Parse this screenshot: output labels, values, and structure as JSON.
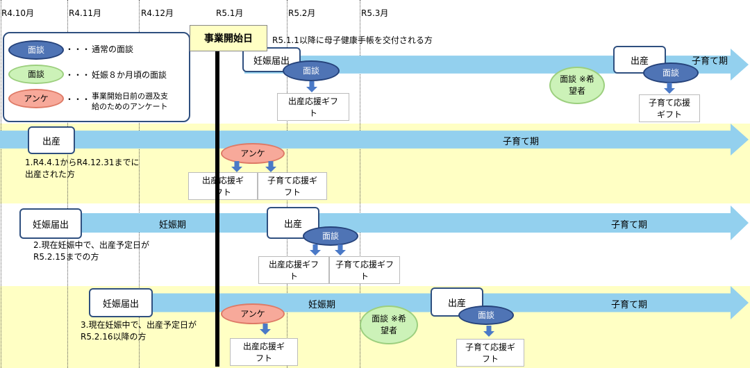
{
  "months": [
    "R4.10月",
    "R4.11月",
    "R4.12月",
    "R5.1月",
    "R5.2月",
    "R5.3月"
  ],
  "start_label": "事業開始日",
  "legend": [
    {
      "badge": "面談",
      "dots": "・・・",
      "text": "通常の面談"
    },
    {
      "badge": "面談",
      "dots": "・・・",
      "text": "妊娠８か月頃の面談"
    },
    {
      "badge": "アンケ",
      "dots": "・・・",
      "text": "事業開始日前の遡及支給のためのアンケート"
    }
  ],
  "row0": {
    "note": "R5.1.1以降に母子健康手帳を交付される方",
    "pregnancy_report": "妊娠届出",
    "interview": "面談",
    "gift_birth": "出産応援ギフト",
    "hope_interview": "面談 ※希望者",
    "birth": "出産",
    "interview2": "面談",
    "gift_child": "子育て応援ギフト",
    "childcare_period": "子育て期"
  },
  "row1": {
    "birth": "出産",
    "desc": "1.R4.4.1からR4.12.31までに出産された方",
    "childcare_period": "子育て期",
    "survey": "アンケ",
    "gift_birth": "出産応援ギフト",
    "gift_child": "子育て応援ギフト"
  },
  "row2": {
    "pregnancy_report": "妊娠届出",
    "pregnancy_period": "妊娠期",
    "desc": "2.現在妊娠中で、出産予定日がR5.2.15までの方",
    "birth": "出産",
    "interview": "面談",
    "childcare_period": "子育て期",
    "gift_birth": "出産応援ギフト",
    "gift_child": "子育て応援ギフト"
  },
  "row3": {
    "pregnancy_report": "妊娠届出",
    "desc": "3.現在妊娠中で、出産予定日がR5.2.16以降の方",
    "survey": "アンケ",
    "pregnancy_period": "妊娠期",
    "hope_interview": "面談 ※希望者",
    "birth": "出産",
    "interview": "面談",
    "childcare_period": "子育て期",
    "gift_birth": "出産応援ギフト",
    "gift_child": "子育て応援ギフト"
  }
}
